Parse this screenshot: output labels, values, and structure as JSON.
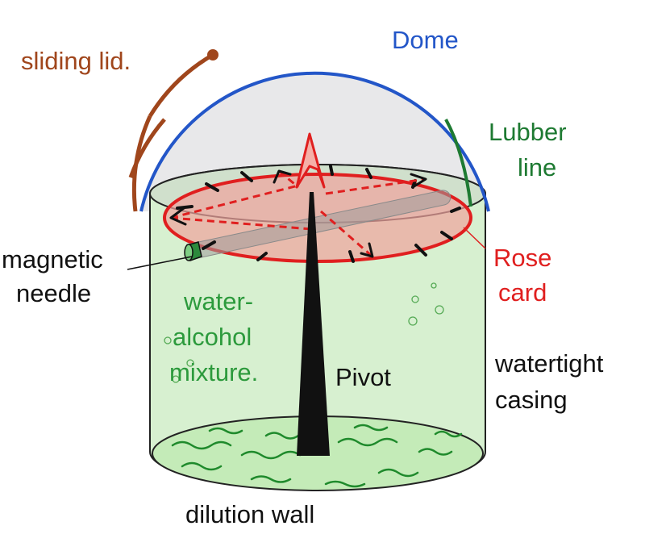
{
  "labels": {
    "sliding_lid": "sliding lid.",
    "dome": "Dome",
    "lubber_line_1": "Lubber",
    "lubber_line_2": "line",
    "magnetic_needle_1": "magnetic",
    "magnetic_needle_2": "needle",
    "rose_card_1": "Rose",
    "rose_card_2": "card",
    "water_alcohol_1": "water-",
    "water_alcohol_2": "alcohol",
    "water_alcohol_3": "mixture.",
    "pivot": "Pivot",
    "watertight_casing_1": "watertight",
    "watertight_casing_2": "casing",
    "dilution_wall": "dilution wall"
  },
  "colors": {
    "lid": "#a0461c",
    "dome": "#2356c8",
    "lubber": "#1e7a32",
    "rose": "#e01f1f",
    "liquid_text": "#2c9a3c",
    "liquid_fill": "#d7f0d0",
    "base_fill": "#c4ebb8",
    "wave": "#1f8a2c",
    "text": "#111111"
  }
}
